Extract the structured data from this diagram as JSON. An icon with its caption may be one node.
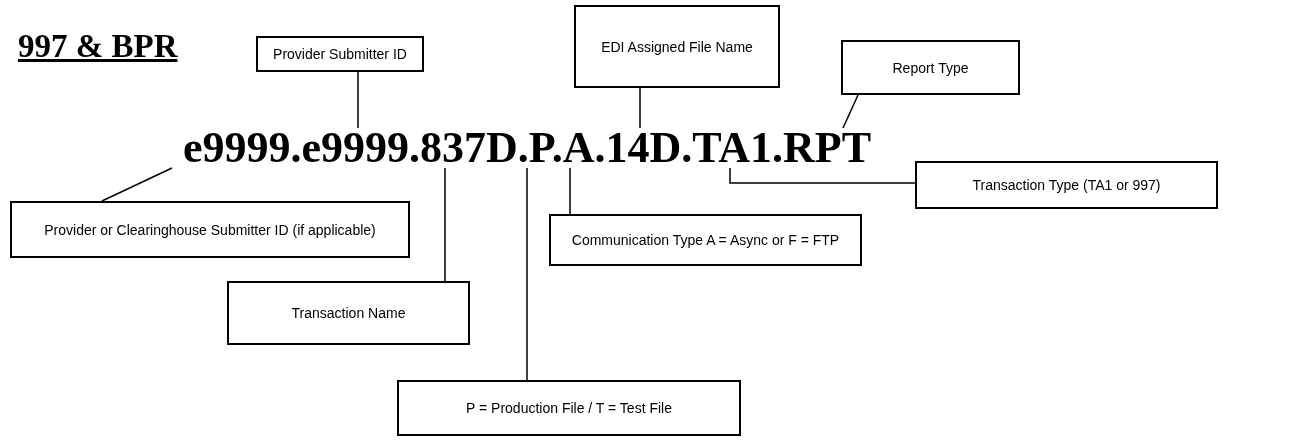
{
  "diagram": {
    "title": "997 & BPR",
    "nodes": [
      {
        "text": [
          "Provider Submitter ID"
        ]
      },
      {
        "text": [
          "EDI Assigned File Name"
        ]
      },
      {
        "text": [
          "Report Type"
        ]
      },
      {
        "text": [
          "e9999.e9999.837D.P.A.14D.TA1.RPT"
        ]
      },
      {
        "text": [
          "Provider or Clearinghouse Submitter ID (if applicable)"
        ]
      },
      {
        "text": [
          "Transaction Type (TA1 or 997)"
        ]
      },
      {
        "text": [
          "Communication Type A = Async or F = FTP"
        ]
      },
      {
        "text": [
          "Transaction Name"
        ]
      },
      {
        "text": [
          "P = Production File / T = Test File"
        ]
      }
    ],
    "edges": [
      {
        "from": 0,
        "to": 3,
        "arrow": "none"
      },
      {
        "from": 1,
        "to": 3,
        "arrow": "none"
      },
      {
        "from": 2,
        "to": 3,
        "arrow": "none"
      },
      {
        "from": 4,
        "to": 3,
        "arrow": "none"
      },
      {
        "from": 5,
        "to": 3,
        "arrow": "none"
      },
      {
        "from": 6,
        "to": 3,
        "arrow": "none"
      },
      {
        "from": 7,
        "to": 3,
        "arrow": "none"
      },
      {
        "from": 8,
        "to": 3,
        "arrow": "none"
      }
    ]
  }
}
